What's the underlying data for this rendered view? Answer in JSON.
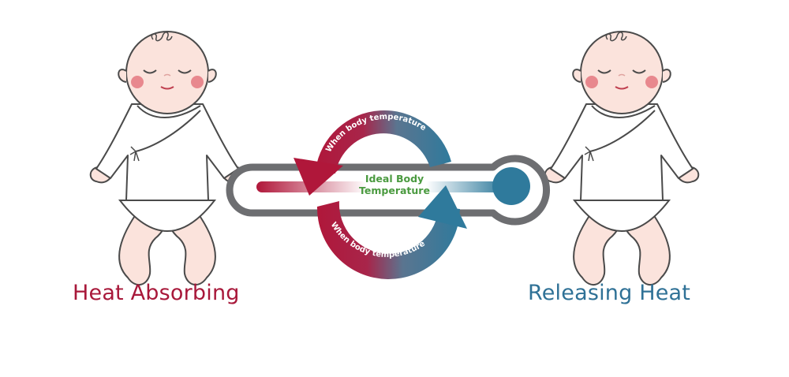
{
  "diagram": {
    "left_caption": "Heat Absorbing",
    "right_caption": "Releasing Heat",
    "center_label_line1": "Ideal Body",
    "center_label_line2": "Temperature",
    "top_arrow_text": "When body temperature",
    "bottom_arrow_text": "When body temperature",
    "left_baby": {
      "icon": "sleeping-baby-icon",
      "state": "heat-absorbing"
    },
    "right_baby": {
      "icon": "sleeping-baby-icon",
      "state": "releasing-heat"
    },
    "thermometer": {
      "icon": "thermometer-icon"
    },
    "cycle": {
      "icon": "circular-arrows-icon"
    }
  },
  "colors": {
    "warm": "#b0173a",
    "cool": "#2f7a9c",
    "thermometer_outline": "#6d6e71",
    "center_text": "#4a9a3f",
    "skin": "#fbe3dc",
    "outline": "#4a4a4a",
    "cheek": "#e8888e"
  }
}
